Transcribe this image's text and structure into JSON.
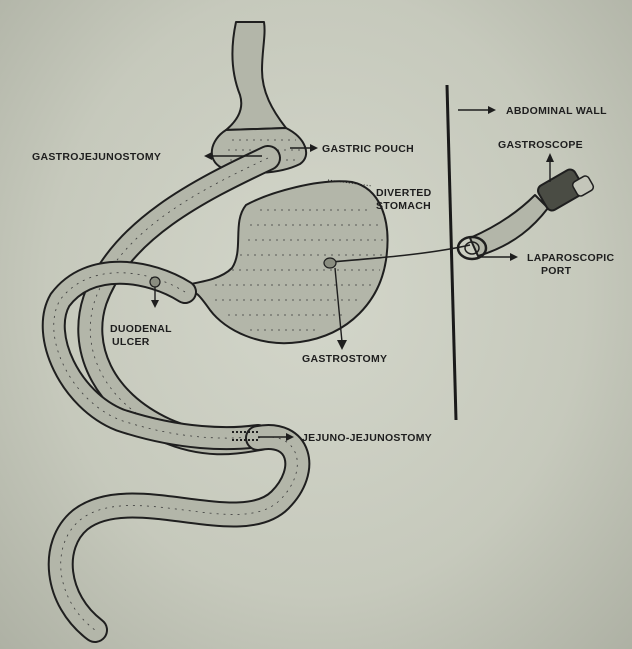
{
  "labels": {
    "abdominal_wall": "ABDOMINAL WALL",
    "gastroscope": "GASTROSCOPE",
    "gastric_pouch": "GASTRIC POUCH",
    "gastrojejunostomy": "GASTROJEJUNOSTOMY",
    "diverted_stomach_1": "DIVERTED",
    "diverted_stomach_2": "STOMACH",
    "laparoscopic_port_1": "LAPAROSCOPIC",
    "laparoscopic_port_2": "PORT",
    "duodenal_ulcer_1": "DUODENAL",
    "duodenal_ulcer_2": "ULCER",
    "gastrostomy": "GASTROSTOMY",
    "jejuno_jejunostomy": "JEJUNO-JEJUNOSTOMY"
  },
  "colors": {
    "paper": "#c9ccbf",
    "ink": "#1e1e1e",
    "tissue": "#b3b6a9"
  }
}
